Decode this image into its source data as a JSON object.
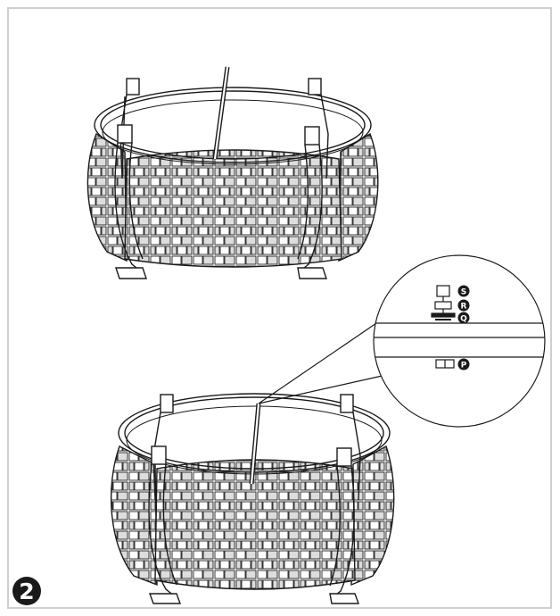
{
  "step": {
    "number": "2"
  },
  "callout": {
    "parts": [
      {
        "letter": "S"
      },
      {
        "letter": "R"
      },
      {
        "letter": "Q"
      },
      {
        "letter": "P"
      }
    ]
  },
  "colors": {
    "stroke": "#1a1a1a",
    "frame": "#cfcfcf",
    "badge": "#1a1a1a",
    "badge_text": "#ffffff"
  }
}
